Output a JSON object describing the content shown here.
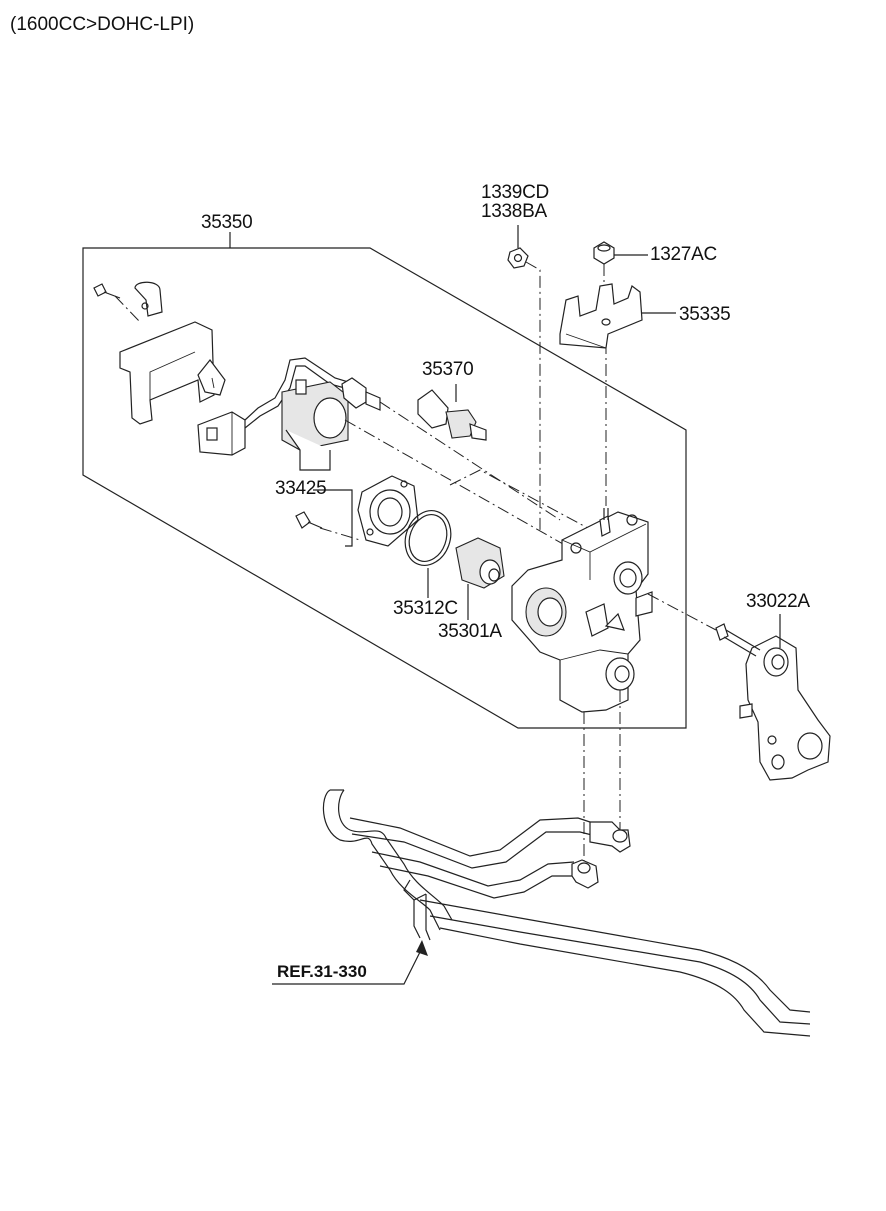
{
  "header": {
    "text": "(1600CC>DOHC-LPI)"
  },
  "labels": {
    "p35350": "35350",
    "p1339CD": "1339CD",
    "p1338BA": "1338BA",
    "p1327AC": "1327AC",
    "p35335": "35335",
    "p35370": "35370",
    "p33425": "33425",
    "p35312C": "35312C",
    "p35301A": "35301A",
    "p33022A": "33022A"
  },
  "reference": {
    "text": "REF.31-330"
  }
}
